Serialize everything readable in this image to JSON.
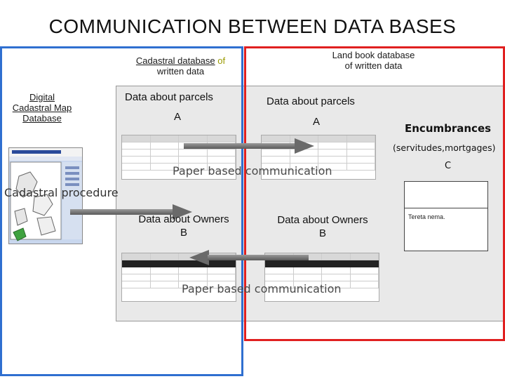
{
  "title": "COMMUNICATION BETWEEN DATA BASES",
  "left_header": {
    "line1_underlined": "Cadastral database",
    "line1_colored": " of",
    "line2": "written data"
  },
  "right_header": {
    "line1": "Land book database",
    "line2": "of written data"
  },
  "digital_map": {
    "line1": "Digital",
    "line2": "Cadastral Map",
    "line3": "Database"
  },
  "cad_parcels": {
    "line1": "Data about parcels",
    "line2": "A"
  },
  "land_parcels": {
    "line1": "Data about parcels",
    "line2": "A"
  },
  "encumbrances": {
    "title": "Encumbrances",
    "subtitle": "(servitudes,mortgages)",
    "letter": "C"
  },
  "paper_comm_1": "Paper based communication",
  "cadastral_procedure": "Cadastral procedure",
  "cad_owners": {
    "line1": "Data about Owners",
    "line2": "B"
  },
  "land_owners": {
    "line1": "Data about Owners",
    "line2": "B"
  },
  "encumbrance_box_text": "Tereta nema.",
  "paper_comm_2": "Paper based communication",
  "colors": {
    "blue_frame": "#2f6fd0",
    "red_frame": "#e02020",
    "panel_gray": "#e9e9e9",
    "olive_text": "#9a9a00"
  }
}
